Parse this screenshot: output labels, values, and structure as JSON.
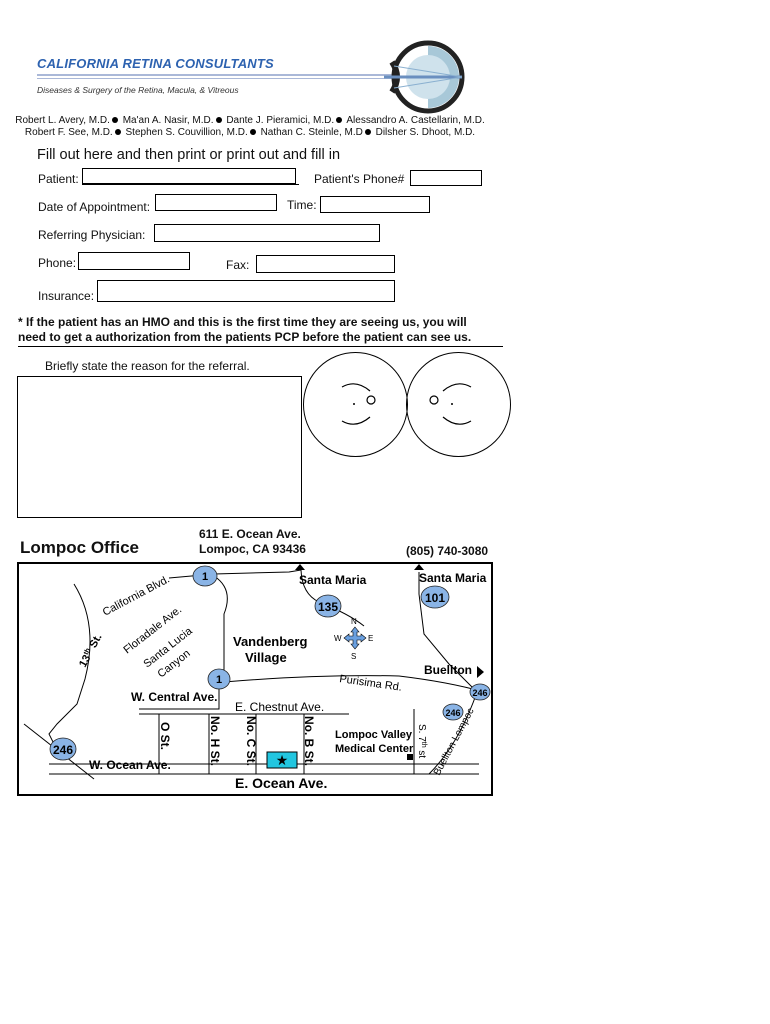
{
  "header": {
    "brand": "CALIFORNIA RETINA CONSULTANTS",
    "tagline": "Diseases & Surgery of the Retina, Macula, & Vitreous",
    "brand_color": "#2d62b0",
    "logo_icon": "eye-logo-icon"
  },
  "doctors": {
    "row1": [
      "Robert L. Avery, M.D.",
      "Ma'an A. Nasir, M.D.",
      "Dante J. Pieramici, M.D.",
      "Alessandro A. Castellarin, M.D."
    ],
    "row2": [
      "Robert F. See, M.D.",
      "Stephen S. Couvillion, M.D.",
      "Nathan C. Steinle, M.D",
      "Dilsher S. Dhoot, M.D."
    ]
  },
  "form": {
    "title": "Fill out here and then print or print out and fill in",
    "patient_label": "Patient:",
    "patient_phone_label": "Patient's Phone#",
    "date_label": "Date of Appointment:",
    "time_label": "Time:",
    "referring_label": "Referring Physician:",
    "phone_label": "Phone:",
    "fax_label": "Fax:",
    "insurance_label": "Insurance:",
    "patient_value": "",
    "patient_phone_value": "",
    "date_value": "",
    "time_value": "",
    "referring_value": "",
    "phone_value": "",
    "fax_value": "",
    "insurance_value": ""
  },
  "notice": {
    "line1": "* If the patient has an HMO and this is the first time they are seeing us, you will",
    "line2": "need to get a authorization from the patients PCP before the patient can see us."
  },
  "referral": {
    "prompt": "Briefly state the reason for the referral.",
    "value": ""
  },
  "office": {
    "title": "Lompoc Office",
    "address1": "611 E. Ocean Ave.",
    "address2": "Lompoc, CA 93436",
    "phone": "(805) 740-3080"
  },
  "map": {
    "labels": {
      "california_blvd": "California Blvd.",
      "floradale": "Floradale Ave.",
      "santa_lucia": "Santa Lucia",
      "canyon": "Canyon",
      "st13": "13",
      "st13_sup": "th",
      "st13_suffix": " St.",
      "santa_maria_1": "Santa Maria",
      "santa_maria_2": "Santa Maria",
      "vandenberg": "Vandenberg",
      "village": "Village",
      "buellton": "Buellton",
      "purisima": "Purisima Rd.",
      "w_central": "W. Central Ave.",
      "e_chestnut": "E. Chestnut Ave.",
      "o_st": "O St.",
      "no_h": "No. H St.",
      "no_c": "No. C St.",
      "no_b": "No. B St.",
      "s7": "S. 7",
      "s7_sup": "th",
      "s7_suffix": " st",
      "buellton_lompoc": "Buellton Lompoc",
      "lompoc_valley": "Lompoc Valley",
      "medical_center": "Medical Center",
      "w_ocean": "W. Ocean Ave.",
      "e_ocean": "E. Ocean Ave.",
      "compass_n": "N",
      "compass_s": "S",
      "compass_e": "E",
      "compass_w": "W"
    },
    "shields": {
      "r1a": "1",
      "r1b": "1",
      "r135": "135",
      "r101": "101",
      "r246a": "246",
      "r246b": "246",
      "r246c": "246"
    },
    "shield_color": "#8ab4e6",
    "office_marker_color": "#22c6e0"
  }
}
